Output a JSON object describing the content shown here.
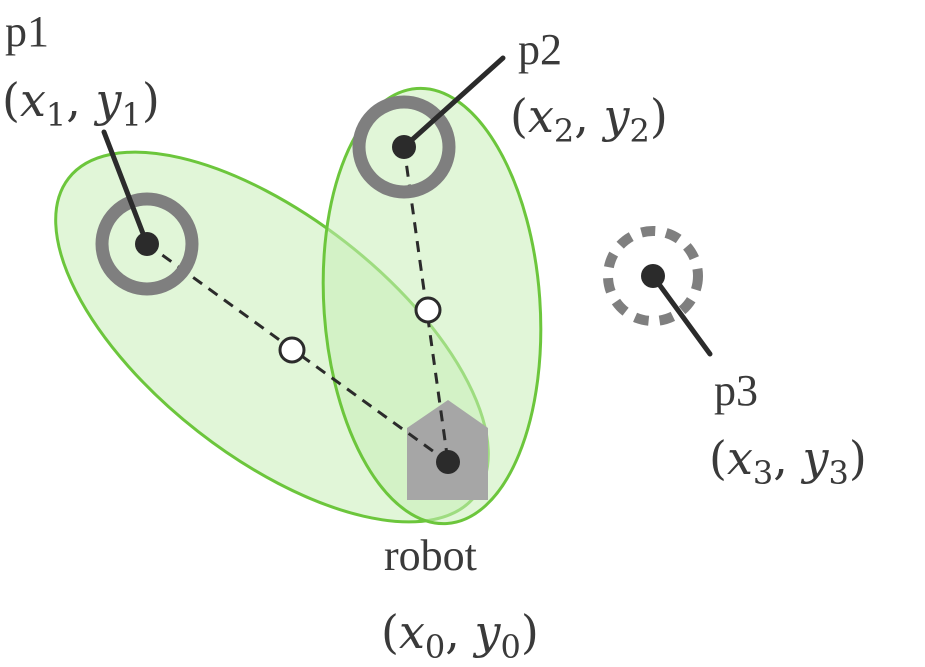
{
  "points": [
    {
      "id": "p1",
      "label": "p1",
      "coord_var_x": "x",
      "sub_x": "1",
      "coord_var_y": "y",
      "sub_y": "1",
      "marker": "solid-ring"
    },
    {
      "id": "p2",
      "label": "p2",
      "coord_var_x": "x",
      "sub_x": "2",
      "coord_var_y": "y",
      "sub_y": "2",
      "marker": "solid-ring"
    },
    {
      "id": "p3",
      "label": "p3",
      "coord_var_x": "x",
      "sub_x": "3",
      "coord_var_y": "y",
      "sub_y": "3",
      "marker": "dashed-ring"
    }
  ],
  "robot": {
    "label": "robot",
    "coord_var_x": "x",
    "sub_x": "0",
    "coord_var_y": "y",
    "sub_y": "0"
  },
  "colors": {
    "ellipse_fill": "#c9efb8",
    "ellipse_stroke": "#6cc63c",
    "ring": "#7f7f7f",
    "robot_body": "#a6a6a6",
    "dot": "#2b2b2b",
    "line": "#2b2b2b",
    "text": "#3a3a3a"
  }
}
